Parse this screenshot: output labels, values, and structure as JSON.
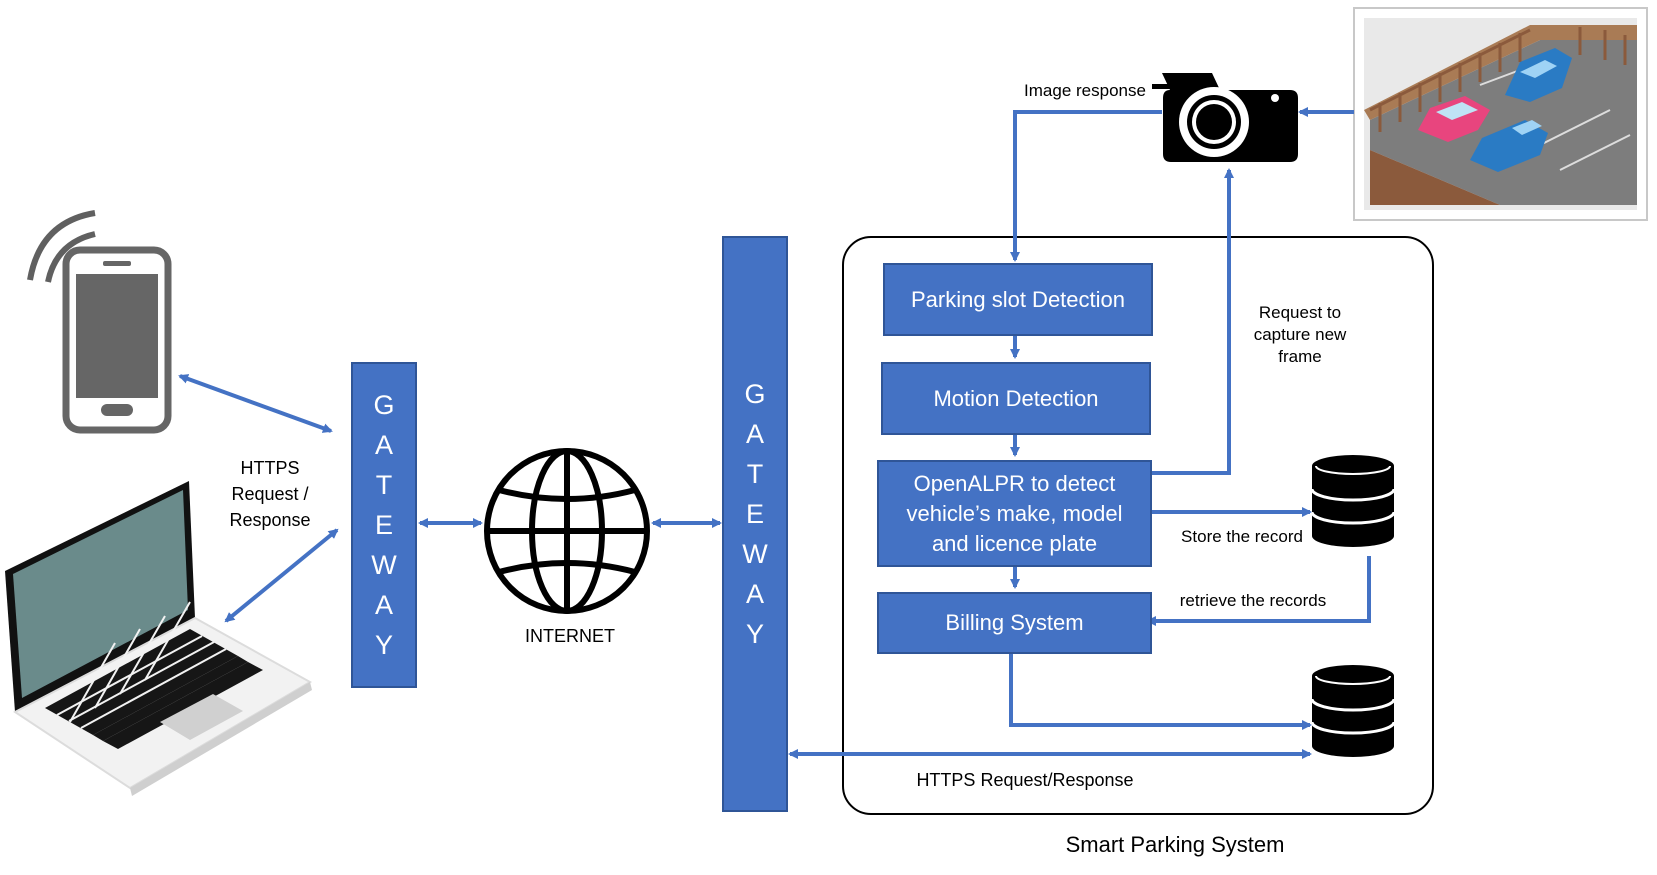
{
  "colors": {
    "accent": "#4472c4",
    "accent_border": "#2f5597",
    "arrow": "#4472c4"
  },
  "icons": [
    "smartphone-icon",
    "laptop-icon",
    "globe-icon",
    "camera-icon",
    "parking-lot-image",
    "database-icon"
  ],
  "clients": {
    "https_label": "HTTPS\nRequest /\nResponse"
  },
  "gateway_left": {
    "letters": [
      "G",
      "A",
      "T",
      "E",
      "W",
      "A",
      "Y"
    ]
  },
  "internet": {
    "label": "INTERNET"
  },
  "gateway_right": {
    "letters": [
      "G",
      "A",
      "T",
      "E",
      "W",
      "A",
      "Y"
    ]
  },
  "system": {
    "title": "Smart Parking System",
    "boxes": {
      "parking_slot": "Parking slot Detection",
      "motion": "Motion Detection",
      "openalpr": "OpenALPR to detect\nvehicle’s make, model\nand licence plate",
      "billing": "Billing System"
    }
  },
  "labels": {
    "image_response": "Image response",
    "request_capture": "Request to\ncapture new\nframe",
    "store_record": "Store the record",
    "retrieve_records": "retrieve the records",
    "https_bottom": "HTTPS Request/Response"
  }
}
